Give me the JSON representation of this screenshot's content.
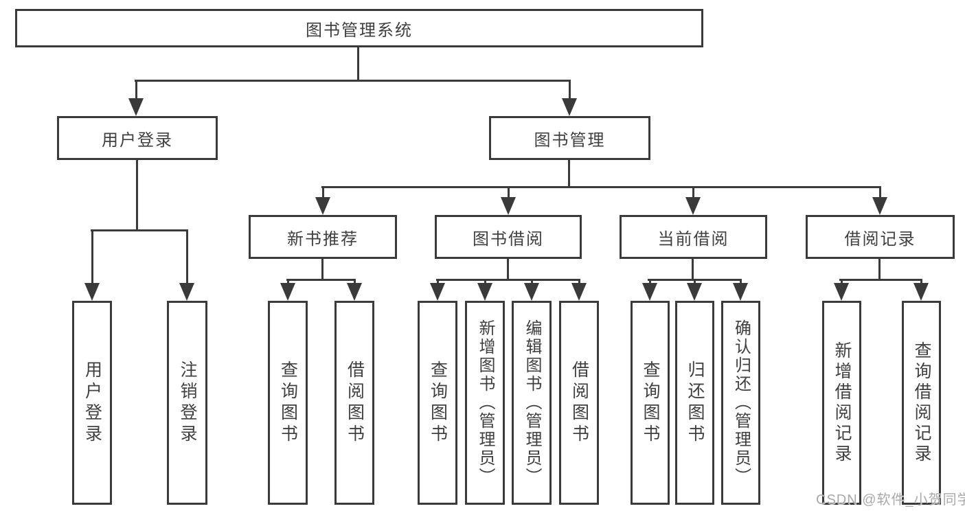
{
  "nodes": {
    "root": "图书管理系统",
    "user_login": "用户登录",
    "book_management": "图书管理",
    "new_book_recommend": "新书推荐",
    "book_borrowing": "图书借阅",
    "current_borrowing": "当前借阅",
    "borrowing_records": "借阅记录",
    "leaf_user_login": "用户登录",
    "leaf_logout_login": "注销登录",
    "leaf_query_books_recommend": "查询图书",
    "leaf_borrow_books_recommend": "借阅图书",
    "leaf_query_books_borrowing": "查询图书",
    "leaf_add_books_admin": "新增图书（管理员）",
    "leaf_edit_books_admin": "编辑图书（管理员）",
    "leaf_borrow_books_borrowing": "借阅图书",
    "leaf_query_books_current": "查询图书",
    "leaf_return_books": "归还图书",
    "leaf_confirm_return_admin": "确认归还（管理员）",
    "leaf_add_borrow_record": "新增借阅记录",
    "leaf_query_borrow_record": "查询借阅记录"
  },
  "watermark": "CSDN @软件_小贺同学",
  "colors": {
    "line": "#3a3a3a",
    "text": "#3f3f3f",
    "background": "#ffffff",
    "watermark": "#a9a9a9"
  }
}
